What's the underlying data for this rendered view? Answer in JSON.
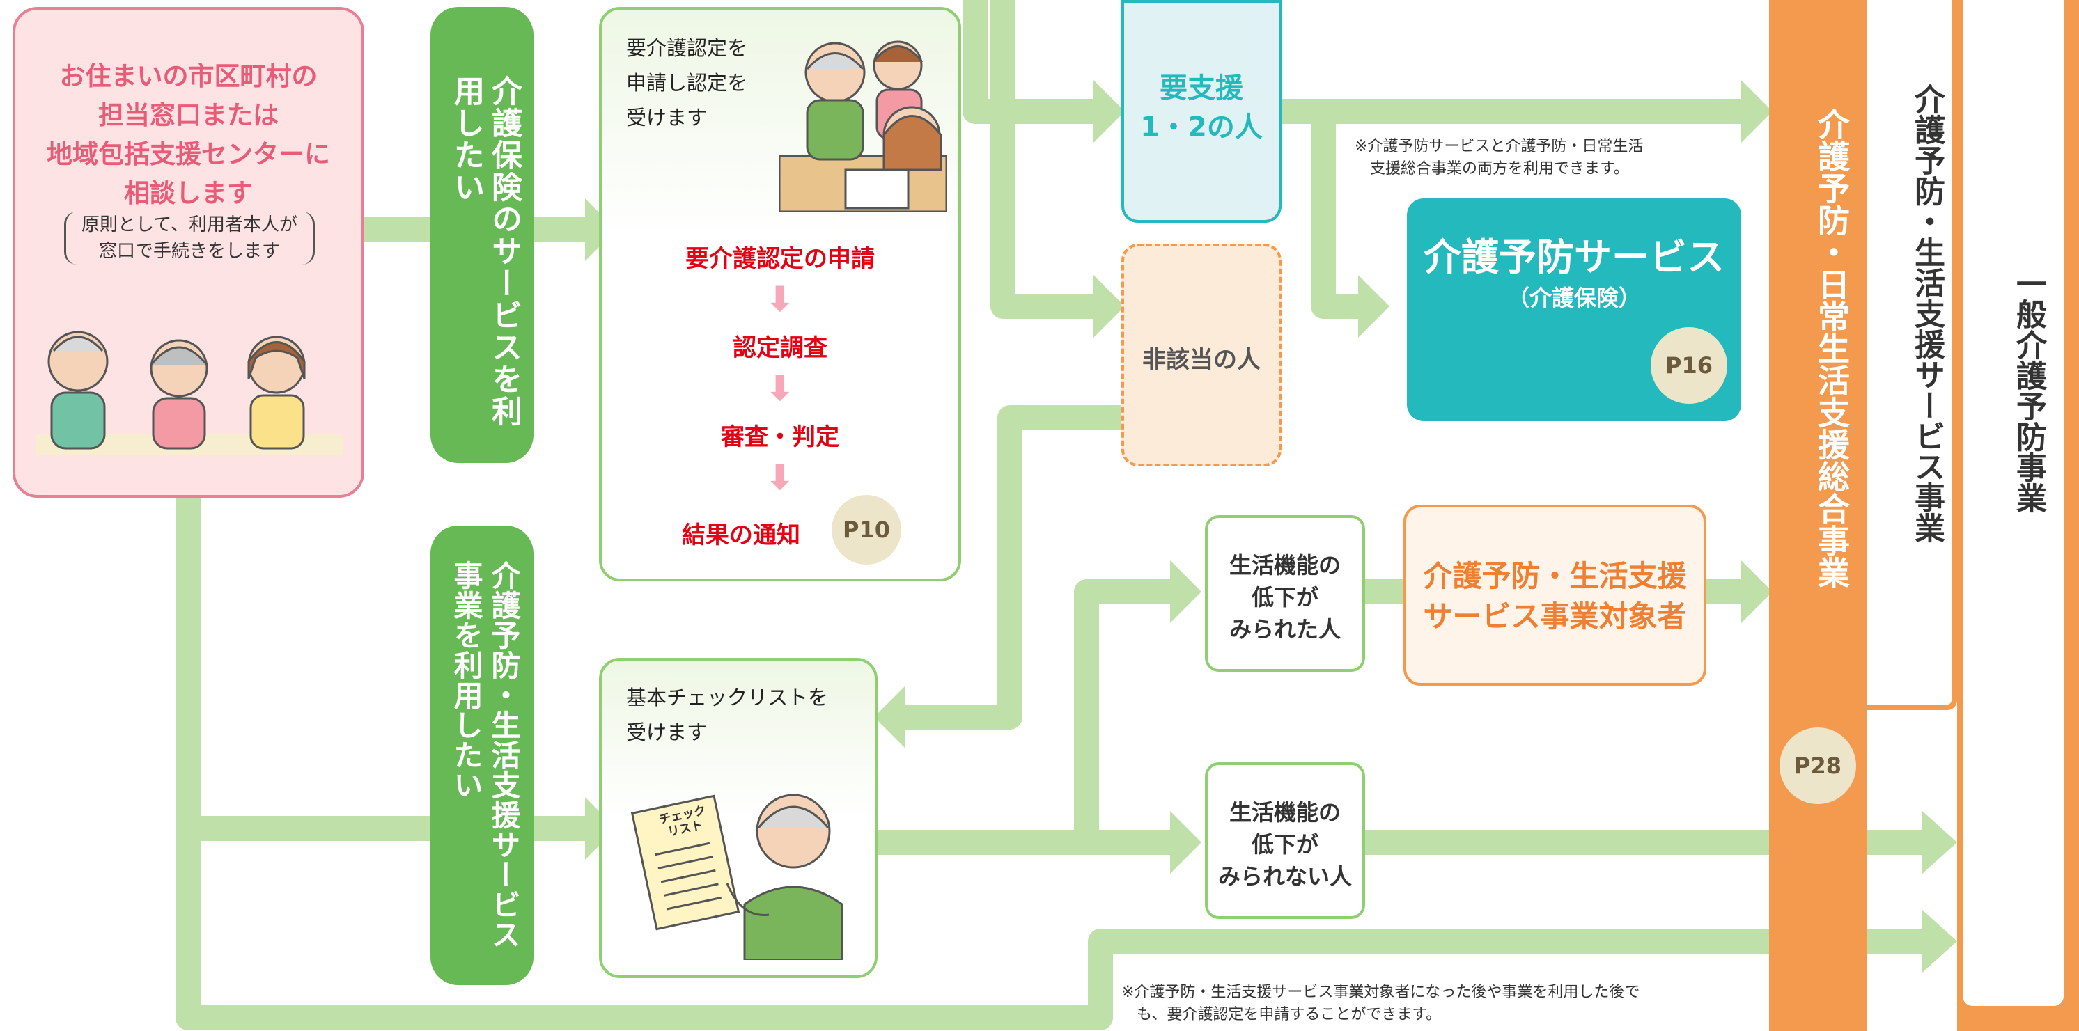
{
  "colors": {
    "arrow": "#bfe0a8",
    "green_dark": "#67b956",
    "pink_bg": "#fde3e4",
    "pink_border": "#e97f93",
    "pink_text": "#e85c78",
    "red_text": "#e60012",
    "teal": "#23b9bd",
    "teal_light": "#e0f2f3",
    "orange": "#f39a4e",
    "orange_text": "#ef7f32",
    "peach_bg": "#fcebd9",
    "badge_bg": "#ede5c9",
    "badge_text": "#6c5a3c"
  },
  "consult": {
    "line1": "お住まいの市区町村の",
    "line2": "担当窓口または",
    "line3": "地域包括支援センターに",
    "line4": "相談します",
    "note1": "原則として、利用者本人が",
    "note2": "窓口で手続きをします",
    "illustration": "three-people-at-counter-icon"
  },
  "pill_care": "介護保険のサービスを利用したい",
  "pill_support": "介護予防・生活支援サービス事業を利用したい",
  "cert_box": {
    "intro1": "要介護認定を",
    "intro2": "申請し認定を",
    "intro3": "受けます",
    "steps": [
      "要介護認定の申請",
      "認定調査",
      "審査・判定",
      "結果の通知"
    ],
    "page": "P10",
    "illustration": "family-filling-form-icon"
  },
  "check_box": {
    "intro1": "基本チェックリストを",
    "intro2": "受けます",
    "sheet_label": "チェック リスト",
    "illustration": "man-holding-checklist-icon"
  },
  "support_needed": {
    "line1": "要支援",
    "line2": "1・2の人"
  },
  "not_applicable": "非該当の人",
  "note_top1": "※介護予防サービスと介護予防・日常生活",
  "note_top2": "支援総合事業の両方を利用できます。",
  "prevention_service": {
    "title": "介護予防サービス",
    "sub": "（介護保険）",
    "page": "P16"
  },
  "decline_yes": {
    "line1": "生活機能の",
    "line2": "低下が",
    "line3": "みられた人"
  },
  "decline_no": {
    "line1": "生活機能の",
    "line2": "低下が",
    "line3": "みられない人"
  },
  "target_person": {
    "line1": "介護予防・生活支援",
    "line2": "サービス事業対象者"
  },
  "comprehensive": {
    "label": "介護予防・日常生活支援総合事業",
    "page": "P28"
  },
  "life_support": "介護予防・生活支援サービス事業",
  "general": "一般介護予防事業",
  "note_bottom1": "※介護予防・生活支援サービス事業対象者になった後や事業を利用した後で",
  "note_bottom2": "も、要介護認定を申請することができます。"
}
